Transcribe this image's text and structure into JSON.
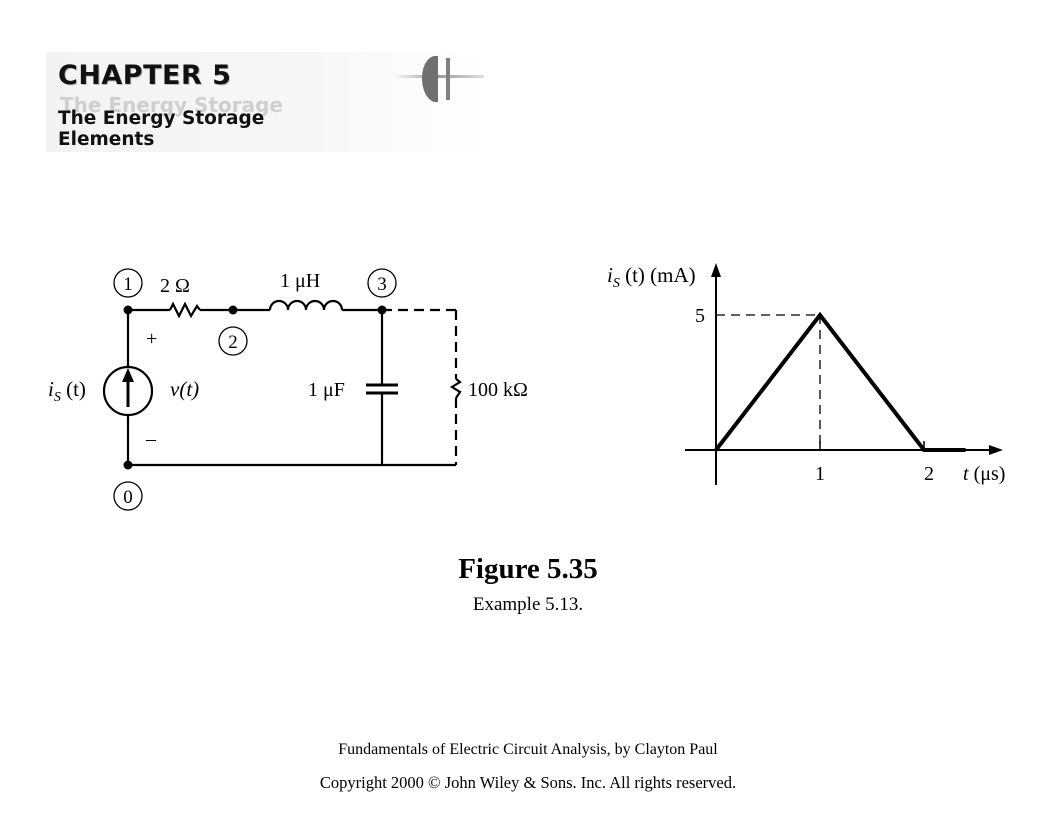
{
  "header": {
    "chapter": "CHAPTER 5",
    "subtitle_line1": "The Energy Storage",
    "subtitle_line2": "Elements",
    "logo_icon": "capacitor-symbol-icon"
  },
  "circuit": {
    "node1": "1",
    "node2": "2",
    "node3": "3",
    "node0": "0",
    "resistor": "2 Ω",
    "inductor": "1 μH",
    "capacitor": "1 μF",
    "load_resistor": "100 kΩ",
    "plus": "+",
    "minus": "–",
    "source_i": "i",
    "source_sub": "S",
    "source_arg": " (t)",
    "voltage": "v(t)"
  },
  "graph": {
    "ylabel_i": "i",
    "ylabel_sub": "S",
    "ylabel_rest": " (t) (mA)",
    "xlabel_t": "t",
    "xlabel_rest": " (μs)",
    "ytick": "5",
    "xtick1": "1",
    "xtick2": "2"
  },
  "chart_data": {
    "type": "line",
    "x": [
      0,
      1,
      2,
      2.4
    ],
    "y": [
      0,
      5,
      0,
      0
    ],
    "ytick_values": [
      5
    ],
    "xtick_values": [
      1,
      2
    ]
  },
  "caption": {
    "title": "Figure 5.35",
    "subtitle": "Example 5.13."
  },
  "footer": {
    "line1": "Fundamentals of Electric Circuit Analysis, by Clayton Paul",
    "line2": "Copyright 2000 © John Wiley & Sons. Inc. All rights reserved."
  }
}
